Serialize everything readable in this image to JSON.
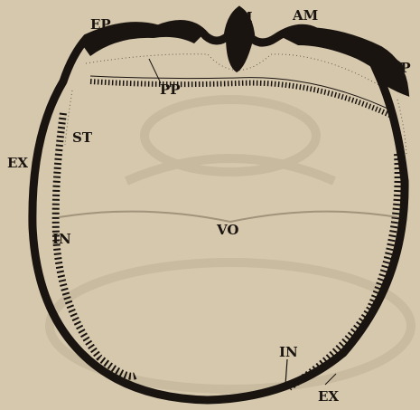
{
  "labels": {
    "ep_left": "EP",
    "m": "M",
    "am": "AM",
    "ep_right": "EP",
    "pp": "PP",
    "st": "ST",
    "ex_left": "EX",
    "vo": "VO",
    "in_left": "IN",
    "in_bottom": "IN",
    "ex_bottom": "EX"
  },
  "colors": {
    "paper": "#d6c8ad",
    "ink": "#1a1410"
  }
}
